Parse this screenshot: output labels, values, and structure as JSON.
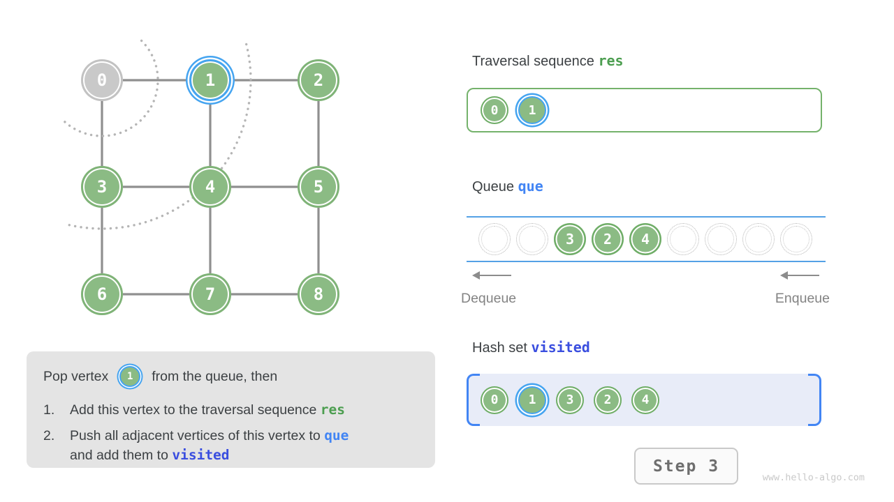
{
  "colors": {
    "node_green": "#8BBB84",
    "node_gray": "#C9C9C9",
    "highlight_blue": "#45A4F0",
    "code_green": "#4C9E50",
    "code_blue": "#4285F4",
    "code_indigo": "#3A4EDF",
    "queue_line_blue": "#54A1E6",
    "edge_gray": "#8F8F8F",
    "hash_bg": "#E8ECF8",
    "desc_bg": "#E4E4E4"
  },
  "graph": {
    "nodes": [
      {
        "id": "0",
        "state": "done"
      },
      {
        "id": "1",
        "state": "current"
      },
      {
        "id": "2",
        "state": "default"
      },
      {
        "id": "3",
        "state": "default"
      },
      {
        "id": "4",
        "state": "default"
      },
      {
        "id": "5",
        "state": "default"
      },
      {
        "id": "6",
        "state": "default"
      },
      {
        "id": "7",
        "state": "default"
      },
      {
        "id": "8",
        "state": "default"
      }
    ],
    "edges": [
      [
        0,
        1
      ],
      [
        1,
        2
      ],
      [
        3,
        4
      ],
      [
        4,
        5
      ],
      [
        6,
        7
      ],
      [
        7,
        8
      ],
      [
        0,
        3
      ],
      [
        3,
        6
      ],
      [
        1,
        4
      ],
      [
        4,
        7
      ],
      [
        2,
        5
      ],
      [
        5,
        8
      ]
    ]
  },
  "res_section": {
    "label": "Traversal sequence",
    "code": "res",
    "items": [
      {
        "value": "0",
        "current": false
      },
      {
        "value": "1",
        "current": true
      }
    ]
  },
  "queue_section": {
    "label": "Queue",
    "code": "que",
    "slots": [
      "",
      "",
      "3",
      "2",
      "4",
      "",
      "",
      "",
      ""
    ],
    "dequeue_label": "Dequeue",
    "enqueue_label": "Enqueue"
  },
  "visited_section": {
    "label": "Hash set",
    "code": "visited",
    "items": [
      {
        "value": "0",
        "current": false
      },
      {
        "value": "1",
        "current": true
      },
      {
        "value": "3",
        "current": false
      },
      {
        "value": "2",
        "current": false
      },
      {
        "value": "4",
        "current": false
      }
    ]
  },
  "description": {
    "intro_before": "Pop vertex",
    "intro_node": "1",
    "intro_after": "from the queue, then",
    "items": [
      {
        "num": "1.",
        "text": "Add this vertex to the traversal sequence ",
        "code": "res"
      },
      {
        "num": "2.",
        "text": "Push all adjacent vertices of this vertex to ",
        "code": "que",
        "text2": "and add them to ",
        "code2": "visited"
      }
    ]
  },
  "footer": {
    "step_label": "Step 3",
    "watermark": "www.hello-algo.com"
  }
}
